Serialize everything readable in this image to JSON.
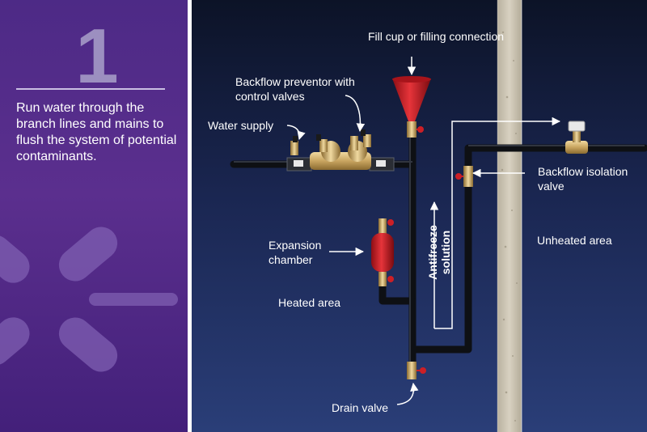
{
  "step": {
    "number": "1",
    "text": "Run water through the branch lines and mains to flush the system of potential contaminants."
  },
  "labels": {
    "fill_cup": "Fill cup or filling connection",
    "backflow_preventer": "Backflow preventor with control valves",
    "water_supply": "Water supply",
    "backflow_isolation": "Backflow isolation valve",
    "expansion_chamber": "Expansion chamber",
    "unheated_area": "Unheated area",
    "heated_area": "Heated area",
    "antifreeze": "Antifreeze solution",
    "drain_valve": "Drain valve"
  },
  "colors": {
    "panel_purple": "#4d2a86",
    "scene_navy": "#1a2651",
    "pipe": "#101216",
    "brass": "#c9a560",
    "red": "#d6202a",
    "wall": "#cfc7b6"
  }
}
